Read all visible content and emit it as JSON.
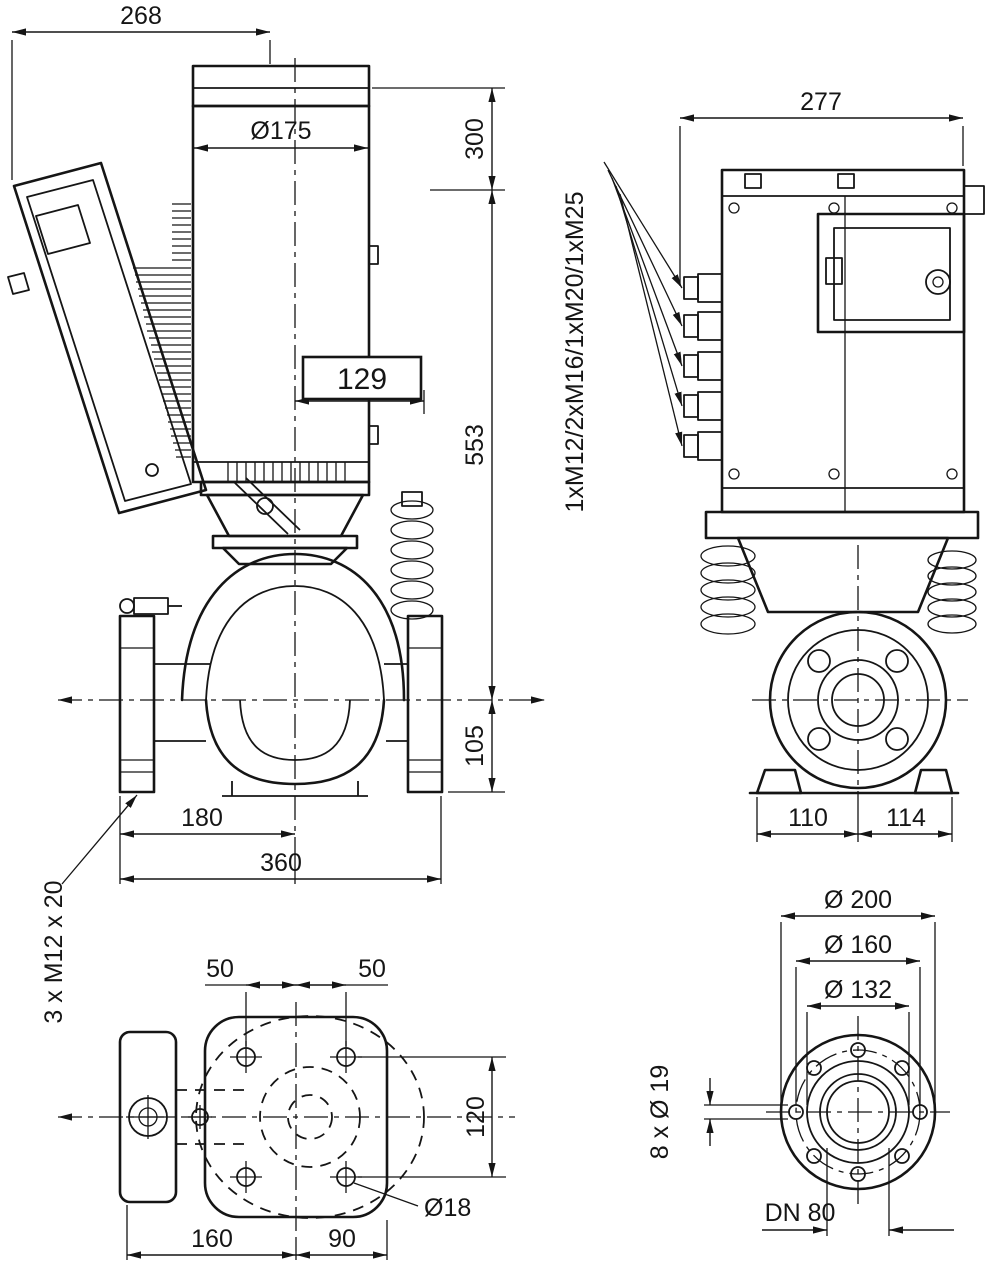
{
  "drawing": {
    "background": "#ffffff",
    "ink": "#151515",
    "side_view": {
      "dim_overall_depth": "268",
      "dim_motor_diameter": "Ø175",
      "dim_clearance_top": "300",
      "dim_module_width": "129",
      "dim_axis_to_top": "553",
      "dim_axis_to_base": "105",
      "dim_foot_to_center": "180",
      "dim_port_to_port": "360",
      "label_foot_bolts": "3 x M12 x 20"
    },
    "front_view": {
      "dim_width": "277",
      "label_cable_glands": "1xM12/2xM16/1xM20/1xM25",
      "dim_axis_left": "110",
      "dim_axis_right": "114"
    },
    "base_view": {
      "dim_hole_left": "50",
      "dim_hole_right": "50",
      "dim_hole_rows": "120",
      "dim_hole_diameter": "Ø18",
      "dim_length_left": "160",
      "dim_length_right": "90"
    },
    "flange_view": {
      "dim_outer_diameter": "Ø 200",
      "dim_bolt_circle": "Ø 160",
      "dim_raised_face": "Ø 132",
      "label_bolt_holes": "8 x Ø 19",
      "label_nominal_bore": "DN 80"
    }
  }
}
